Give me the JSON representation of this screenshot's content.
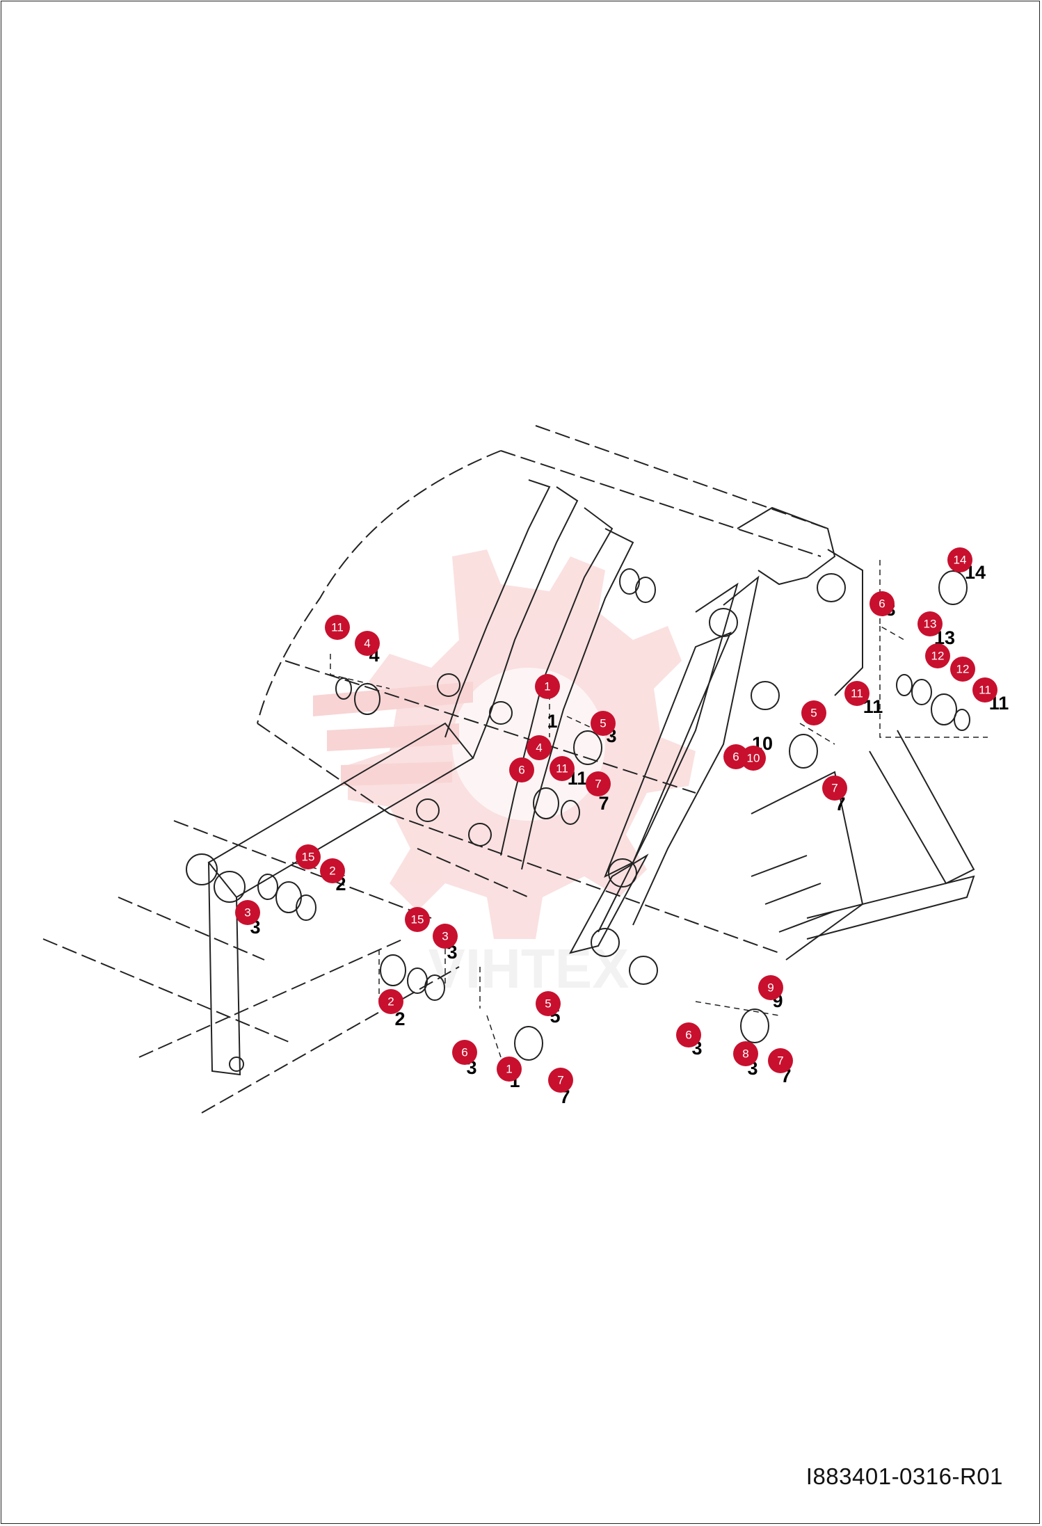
{
  "document": {
    "code": "I883401-0316-R01"
  },
  "watermark": {
    "text": "VIHTEX",
    "color": "#f3b3b3"
  },
  "callout_color": "#c8102e",
  "callouts": [
    {
      "id": "c1",
      "label": "11"
    },
    {
      "id": "c2",
      "label": "4"
    },
    {
      "id": "c3",
      "label": "1"
    },
    {
      "id": "c4",
      "label": "5"
    },
    {
      "id": "c5",
      "label": "4"
    },
    {
      "id": "c6",
      "label": "6"
    },
    {
      "id": "c7",
      "label": "11"
    },
    {
      "id": "c8",
      "label": "7"
    },
    {
      "id": "c9",
      "label": "14"
    },
    {
      "id": "c10",
      "label": "6"
    },
    {
      "id": "c11",
      "label": "13"
    },
    {
      "id": "c12",
      "label": "12"
    },
    {
      "id": "c13",
      "label": "12"
    },
    {
      "id": "c14",
      "label": "11"
    },
    {
      "id": "c15",
      "label": "11"
    },
    {
      "id": "c16",
      "label": "5"
    },
    {
      "id": "c17",
      "label": "6"
    },
    {
      "id": "c18",
      "label": "10"
    },
    {
      "id": "c19",
      "label": "7"
    },
    {
      "id": "c20",
      "label": "15"
    },
    {
      "id": "c21",
      "label": "2"
    },
    {
      "id": "c22",
      "label": "3"
    },
    {
      "id": "c23",
      "label": "15"
    },
    {
      "id": "c24",
      "label": "3"
    },
    {
      "id": "c25",
      "label": "2"
    },
    {
      "id": "c26",
      "label": "5"
    },
    {
      "id": "c27",
      "label": "6"
    },
    {
      "id": "c28",
      "label": "1"
    },
    {
      "id": "c29",
      "label": "7"
    },
    {
      "id": "c30",
      "label": "9"
    },
    {
      "id": "c31",
      "label": "6"
    },
    {
      "id": "c32",
      "label": "8"
    },
    {
      "id": "c33",
      "label": "7"
    }
  ],
  "ref_labels": [
    {
      "id": "r1",
      "text": "4"
    },
    {
      "id": "r2",
      "text": "1"
    },
    {
      "id": "r3",
      "text": "3"
    },
    {
      "id": "r4",
      "text": "11"
    },
    {
      "id": "r5",
      "text": "7"
    },
    {
      "id": "r6",
      "text": "14"
    },
    {
      "id": "r7",
      "text": "3"
    },
    {
      "id": "r8",
      "text": "13"
    },
    {
      "id": "r9",
      "text": "11"
    },
    {
      "id": "r10",
      "text": "11"
    },
    {
      "id": "r11",
      "text": "10"
    },
    {
      "id": "r12",
      "text": "7"
    },
    {
      "id": "r13",
      "text": "2"
    },
    {
      "id": "r14",
      "text": "3"
    },
    {
      "id": "r15",
      "text": "3"
    },
    {
      "id": "r16",
      "text": "2"
    },
    {
      "id": "r17",
      "text": "5"
    },
    {
      "id": "r18",
      "text": "3"
    },
    {
      "id": "r19",
      "text": "1"
    },
    {
      "id": "r20",
      "text": "7"
    },
    {
      "id": "r21",
      "text": "9"
    },
    {
      "id": "r22",
      "text": "3"
    },
    {
      "id": "r23",
      "text": "3"
    },
    {
      "id": "r24",
      "text": "7"
    }
  ]
}
